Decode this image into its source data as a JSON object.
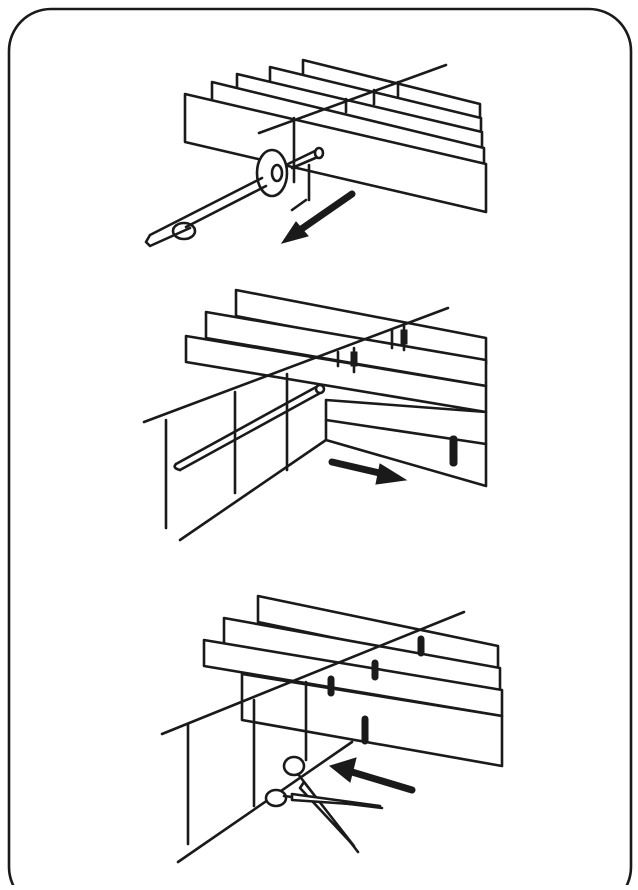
{
  "figure": {
    "type": "instruction-diagram",
    "steps": [
      {
        "id": 1,
        "icon": "pull-rod-icon",
        "arrow_direction": "down-left"
      },
      {
        "id": 2,
        "icon": "slide-slat-icon",
        "arrow_direction": "right"
      },
      {
        "id": 3,
        "icon": "scissors-icon",
        "arrow_direction": "left"
      }
    ],
    "colors": {
      "line": "#1a1a1a",
      "background": "#ffffff",
      "frame": "#1a1a1a"
    }
  }
}
